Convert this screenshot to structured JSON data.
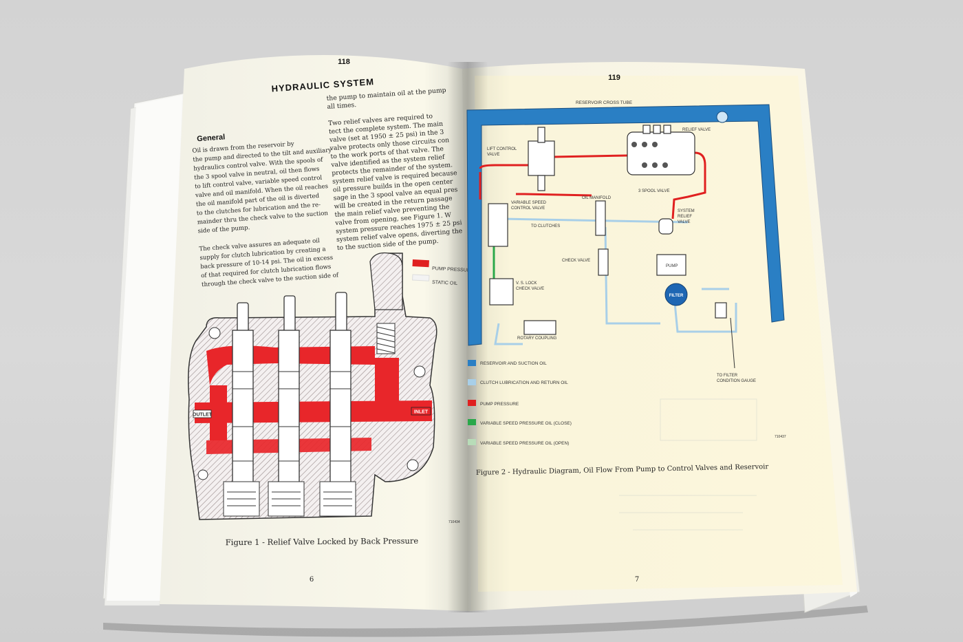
{
  "left_page": {
    "header_number": "118",
    "title": "HYDRAULIC SYSTEM",
    "section_heading": "General",
    "col1_para1": [
      "Oil is drawn from the reservoir by",
      "the pump and directed to the tilt and auxiliary",
      "hydraulics control valve. With the spools of",
      "the 3 spool valve in neutral, oil then flows",
      "to lift control valve, variable speed control",
      "valve and oil manifold. When the oil reaches",
      "the oil manifold part of the oil is diverted",
      "to the clutches for lubrication and the re-",
      "mainder thru the check valve to the suction",
      "side of the pump."
    ],
    "col1_para2": [
      "The check valve assures an adequate oil",
      "supply for clutch lubrication by creating a",
      "back pressure of 10-14 psi. The oil in excess",
      "of that required for clutch lubrication flows",
      "through the check valve to the suction side of"
    ],
    "col2_lines": [
      "the pump to maintain oil at the pump",
      "all times.",
      "",
      "Two relief valves are required to",
      "tect the complete system. The main",
      "valve (set at 1950 ± 25 psi) in the 3",
      "valve protects only those circuits con",
      "to the work ports of that valve. The",
      "valve identified as the system relief",
      "protects the remainder of the system.",
      "system relief valve is required because",
      "oil pressure builds in the open center",
      "sage in the 3 spool valve an equal pres",
      "will be created in the return passage",
      "the main relief valve preventing the",
      "valve from opening, see Figure 1. W",
      "system pressure reaches 1975 ± 25 psi",
      "system relief valve opens, diverting the",
      "to the suction side of the pump."
    ],
    "legend": {
      "pump_pressure": "PUMP PRESSURE",
      "static_oil": "STATIC OIL"
    },
    "outlet_label": "OUTLET",
    "inlet_label": "INLET",
    "figure_id": "710434",
    "figure_caption": "Figure 1 - Relief Valve Locked by Back Pressure",
    "page_number": "6"
  },
  "right_page": {
    "header_number": "119",
    "labels": {
      "reservoir_cross_tube": "RESERVOIR CROSS TUBE",
      "relief_valve": "RELIEF VALVE",
      "lift_control_valve_1": "LIFT CONTROL",
      "lift_control_valve_2": "VALVE",
      "three_spool_valve": "3 SPOOL VALVE",
      "variable_speed_1": "VARIABLE SPEED",
      "variable_speed_2": "CONTROL VALVE",
      "oil_manifold": "OIL MANIFOLD",
      "system_relief_1": "SYSTEM",
      "system_relief_2": "RELIEF",
      "system_relief_3": "VALVE",
      "to_clutches": "TO CLUTCHES",
      "check_valve": "CHECK VALVE",
      "pump": "PUMP",
      "filter": "FILTER",
      "vs_lock_1": "V. S. LOCK",
      "vs_lock_2": "CHECK VALVE",
      "rotary_coupling": "ROTARY COUPLING",
      "to_filter_1": "TO FILTER",
      "to_filter_2": "CONDITION GAUGE"
    },
    "legend": [
      {
        "label": "RESERVOIR AND SUCTION OIL",
        "color": "#2a7fc4"
      },
      {
        "label": "CLUTCH LUBRICATION AND RETURN OIL",
        "color": "#a8cfe8"
      },
      {
        "label": "PUMP PRESSURE",
        "color": "#e02020"
      },
      {
        "label": "VARIABLE SPEED PRESSURE OIL (CLOSE)",
        "color": "#2aa84a"
      },
      {
        "label": "VARIABLE SPEED PRESSURE OIL (OPEN)",
        "color": "#b8dcb8"
      }
    ],
    "figure_id": "710437",
    "figure_caption": "Figure 2 - Hydraulic Diagram, Oil Flow From Pump to Control Valves and Reservoir",
    "page_number": "7"
  },
  "colors": {
    "pressure_red": "#e02020",
    "reservoir_blue": "#2a7fc4",
    "return_light_blue": "#a8cfe8",
    "vs_green": "#2aa84a",
    "page_cream": "#f7f4e3"
  }
}
